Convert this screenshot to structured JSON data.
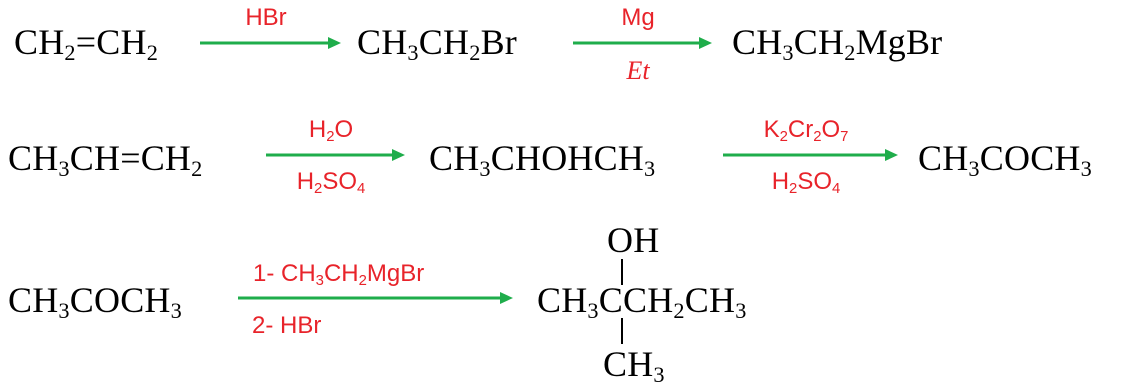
{
  "colors": {
    "reagent": "#e8232a",
    "arrow": "#1fad4b",
    "text": "#000000"
  },
  "row1": {
    "reactant": [
      {
        "t": "CH"
      },
      {
        "s": "2"
      },
      {
        "t": "=CH"
      },
      {
        "s": "2"
      }
    ],
    "arrow1_top": [
      {
        "t": "HBr"
      }
    ],
    "intermediate": [
      {
        "t": "CH"
      },
      {
        "s": "3"
      },
      {
        "t": "CH"
      },
      {
        "s": "2"
      },
      {
        "t": "Br"
      }
    ],
    "arrow2_top": [
      {
        "t": "Mg"
      }
    ],
    "arrow2_bottom": [
      {
        "t": "Et"
      }
    ],
    "product": [
      {
        "t": "CH"
      },
      {
        "s": "3"
      },
      {
        "t": "CH"
      },
      {
        "s": "2"
      },
      {
        "t": "MgBr"
      }
    ]
  },
  "row2": {
    "reactant": [
      {
        "t": "CH"
      },
      {
        "s": "3"
      },
      {
        "t": "CH=CH"
      },
      {
        "s": "2"
      }
    ],
    "arrow1_top": [
      {
        "t": "H"
      },
      {
        "s": "2"
      },
      {
        "t": "O"
      }
    ],
    "arrow1_bottom": [
      {
        "t": "H"
      },
      {
        "s": "2"
      },
      {
        "t": "SO"
      },
      {
        "s": "4"
      }
    ],
    "intermediate": [
      {
        "t": "CH"
      },
      {
        "s": "3"
      },
      {
        "t": "CHOHCH"
      },
      {
        "s": "3"
      }
    ],
    "arrow2_top": [
      {
        "t": "K"
      },
      {
        "s": "2"
      },
      {
        "t": "Cr"
      },
      {
        "s": "2"
      },
      {
        "t": "O"
      },
      {
        "s": "7"
      }
    ],
    "arrow2_bottom": [
      {
        "t": "H"
      },
      {
        "s": "2"
      },
      {
        "t": "SO"
      },
      {
        "s": "4"
      }
    ],
    "product": [
      {
        "t": "CH"
      },
      {
        "s": "3"
      },
      {
        "t": "COCH"
      },
      {
        "s": "3"
      }
    ]
  },
  "row3": {
    "reactant": [
      {
        "t": "CH"
      },
      {
        "s": "3"
      },
      {
        "t": "COCH"
      },
      {
        "s": "3"
      }
    ],
    "arrow_top": [
      {
        "t": "1- CH"
      },
      {
        "s": "3"
      },
      {
        "t": "CH"
      },
      {
        "s": "2"
      },
      {
        "t": "MgBr"
      }
    ],
    "arrow_bottom": [
      {
        "t": "2- HBr"
      }
    ],
    "product_top": [
      {
        "t": "OH"
      }
    ],
    "product_main": [
      {
        "t": "CH"
      },
      {
        "s": "3"
      },
      {
        "t": "CCH"
      },
      {
        "s": "2"
      },
      {
        "t": "CH"
      },
      {
        "s": "3"
      }
    ],
    "product_bottom": [
      {
        "t": "CH"
      },
      {
        "s": "3"
      }
    ]
  }
}
